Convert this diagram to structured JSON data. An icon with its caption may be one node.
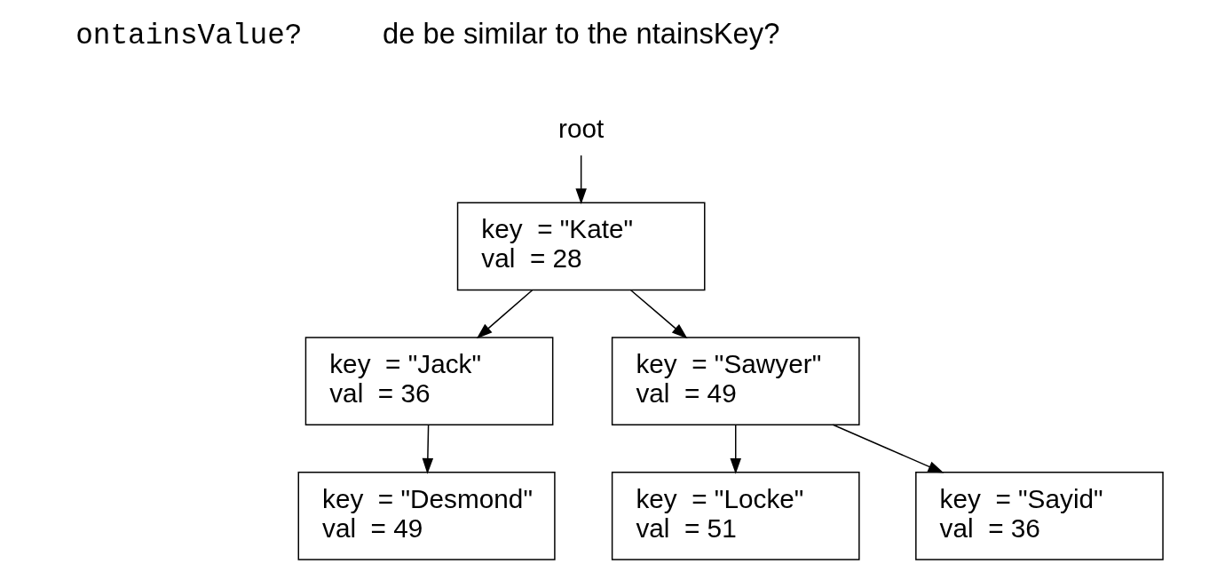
{
  "diagram": {
    "nodes": [
      {
        "text": [
          "root"
        ]
      },
      {
        "text": [
          "key  = \"Kate\"",
          "val  = 28"
        ]
      },
      {
        "text": [
          "key  = \"Jack\"",
          "val  = 36"
        ]
      },
      {
        "text": [
          "key  = \"Sawyer\"",
          "val  = 49"
        ]
      },
      {
        "text": [
          "key  = \"Desmond\"",
          "val  = 49"
        ]
      },
      {
        "text": [
          "key  = \"Locke\"",
          "val  = 51"
        ]
      },
      {
        "text": [
          "key  = \"Sayid\"",
          "val  = 36"
        ]
      }
    ],
    "edges": [
      {
        "from": 0,
        "to": 1,
        "arrow": "to"
      },
      {
        "from": 1,
        "to": 2,
        "arrow": "to"
      },
      {
        "from": 1,
        "to": 3,
        "arrow": "to"
      },
      {
        "from": 2,
        "to": 4,
        "arrow": "to"
      },
      {
        "from": 3,
        "to": 5,
        "arrow": "to"
      },
      {
        "from": 3,
        "to": 6,
        "arrow": "to"
      }
    ],
    "labels": [
      "ontainsValue?",
      "de be similar to the ntainsKey?"
    ]
  }
}
